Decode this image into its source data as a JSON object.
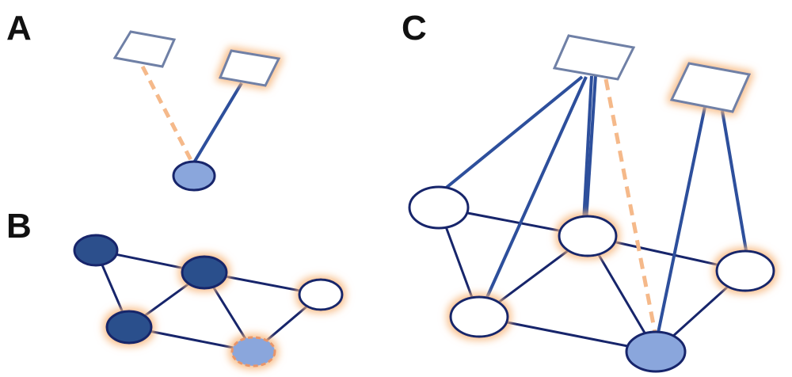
{
  "figure": {
    "panels": [
      {
        "id": "A",
        "label": "A"
      },
      {
        "id": "B",
        "label": "B"
      },
      {
        "id": "C",
        "label": "C"
      }
    ]
  },
  "colors": {
    "edge_dark": "#17256b",
    "edge_blue": "#2d4f9c",
    "dashed_link": "#f5b98a",
    "node_dark_fill": "#2c4f8c",
    "node_light_fill": "#8aa6dc",
    "node_white_fill": "#ffffff",
    "square_stroke": "#6f80a6",
    "glow": "#f7b77d"
  }
}
